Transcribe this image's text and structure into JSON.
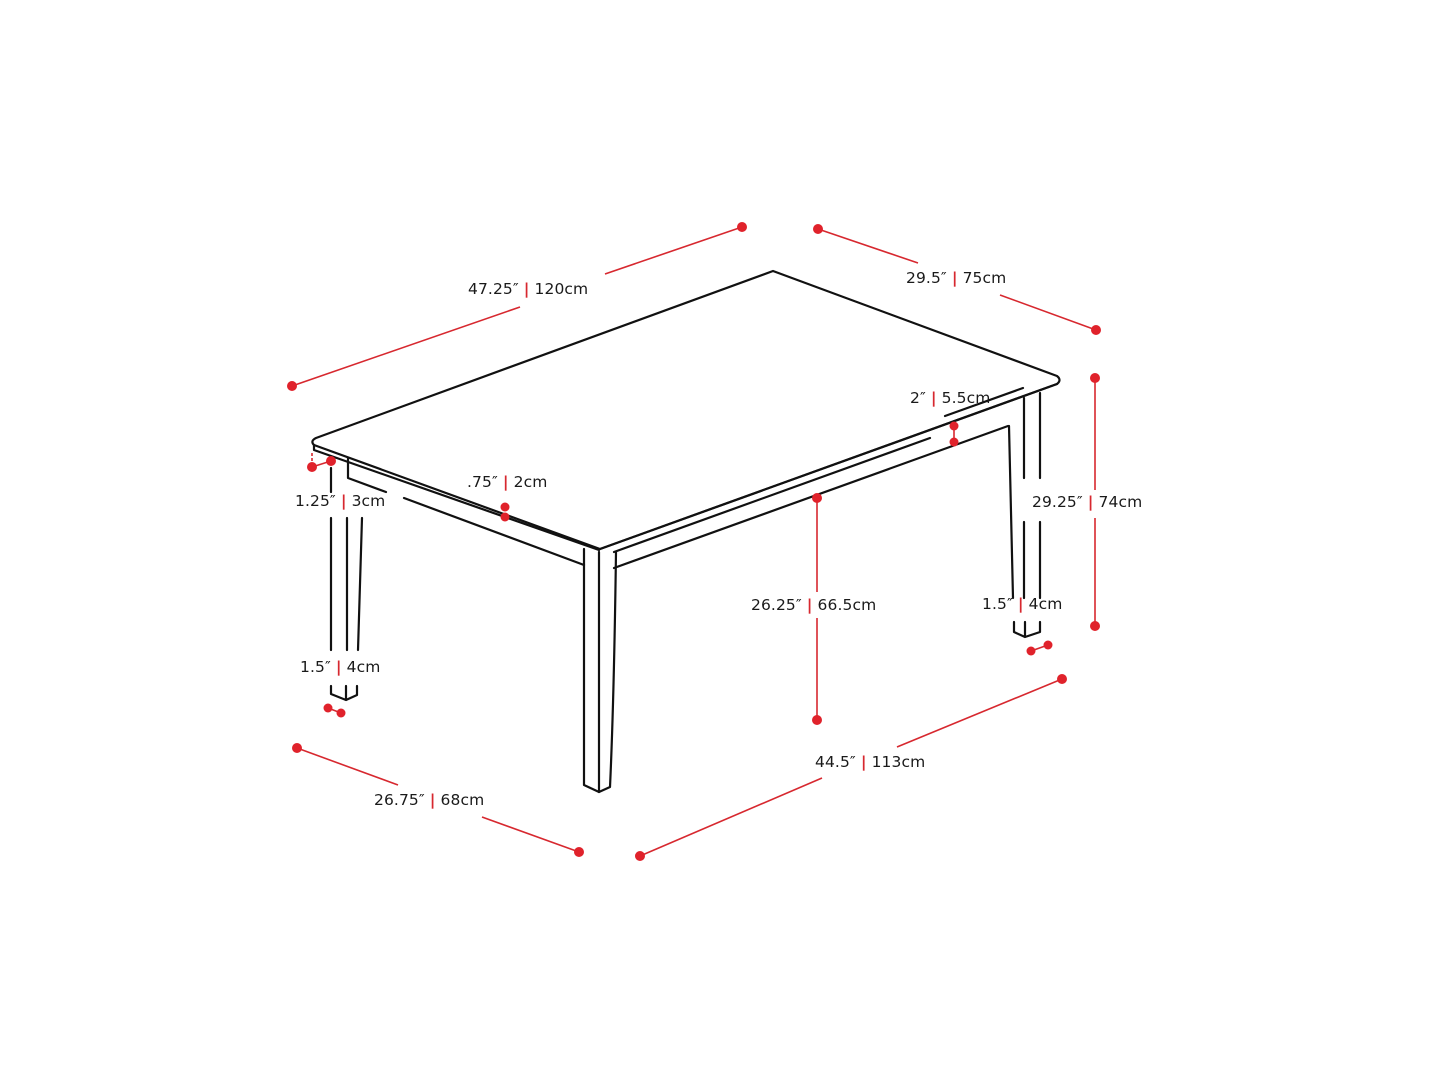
{
  "diagram": {
    "subject": "Rectangular dining table dimension drawing",
    "accent_color": "#d7282f",
    "line_color": "#111111",
    "separator": "|",
    "dimensions": {
      "top_length": {
        "imperial": "47.25″",
        "metric": "120cm"
      },
      "top_width": {
        "imperial": "29.5″",
        "metric": "75cm"
      },
      "apron_height": {
        "imperial": "2″",
        "metric": "5.5cm"
      },
      "overall_height": {
        "imperial": "29.25″",
        "metric": "74cm"
      },
      "top_thickness": {
        "imperial": ".75″",
        "metric": "2cm"
      },
      "top_overhang": {
        "imperial": "1.25″",
        "metric": "3cm"
      },
      "legroom_height": {
        "imperial": "26.25″",
        "metric": "66.5cm"
      },
      "leg_width_left": {
        "imperial": "1.5″",
        "metric": "4cm"
      },
      "leg_width_right": {
        "imperial": "1.5″",
        "metric": "4cm"
      },
      "base_width": {
        "imperial": "26.75″",
        "metric": "68cm"
      },
      "base_length": {
        "imperial": "44.5″",
        "metric": "113cm"
      }
    }
  }
}
